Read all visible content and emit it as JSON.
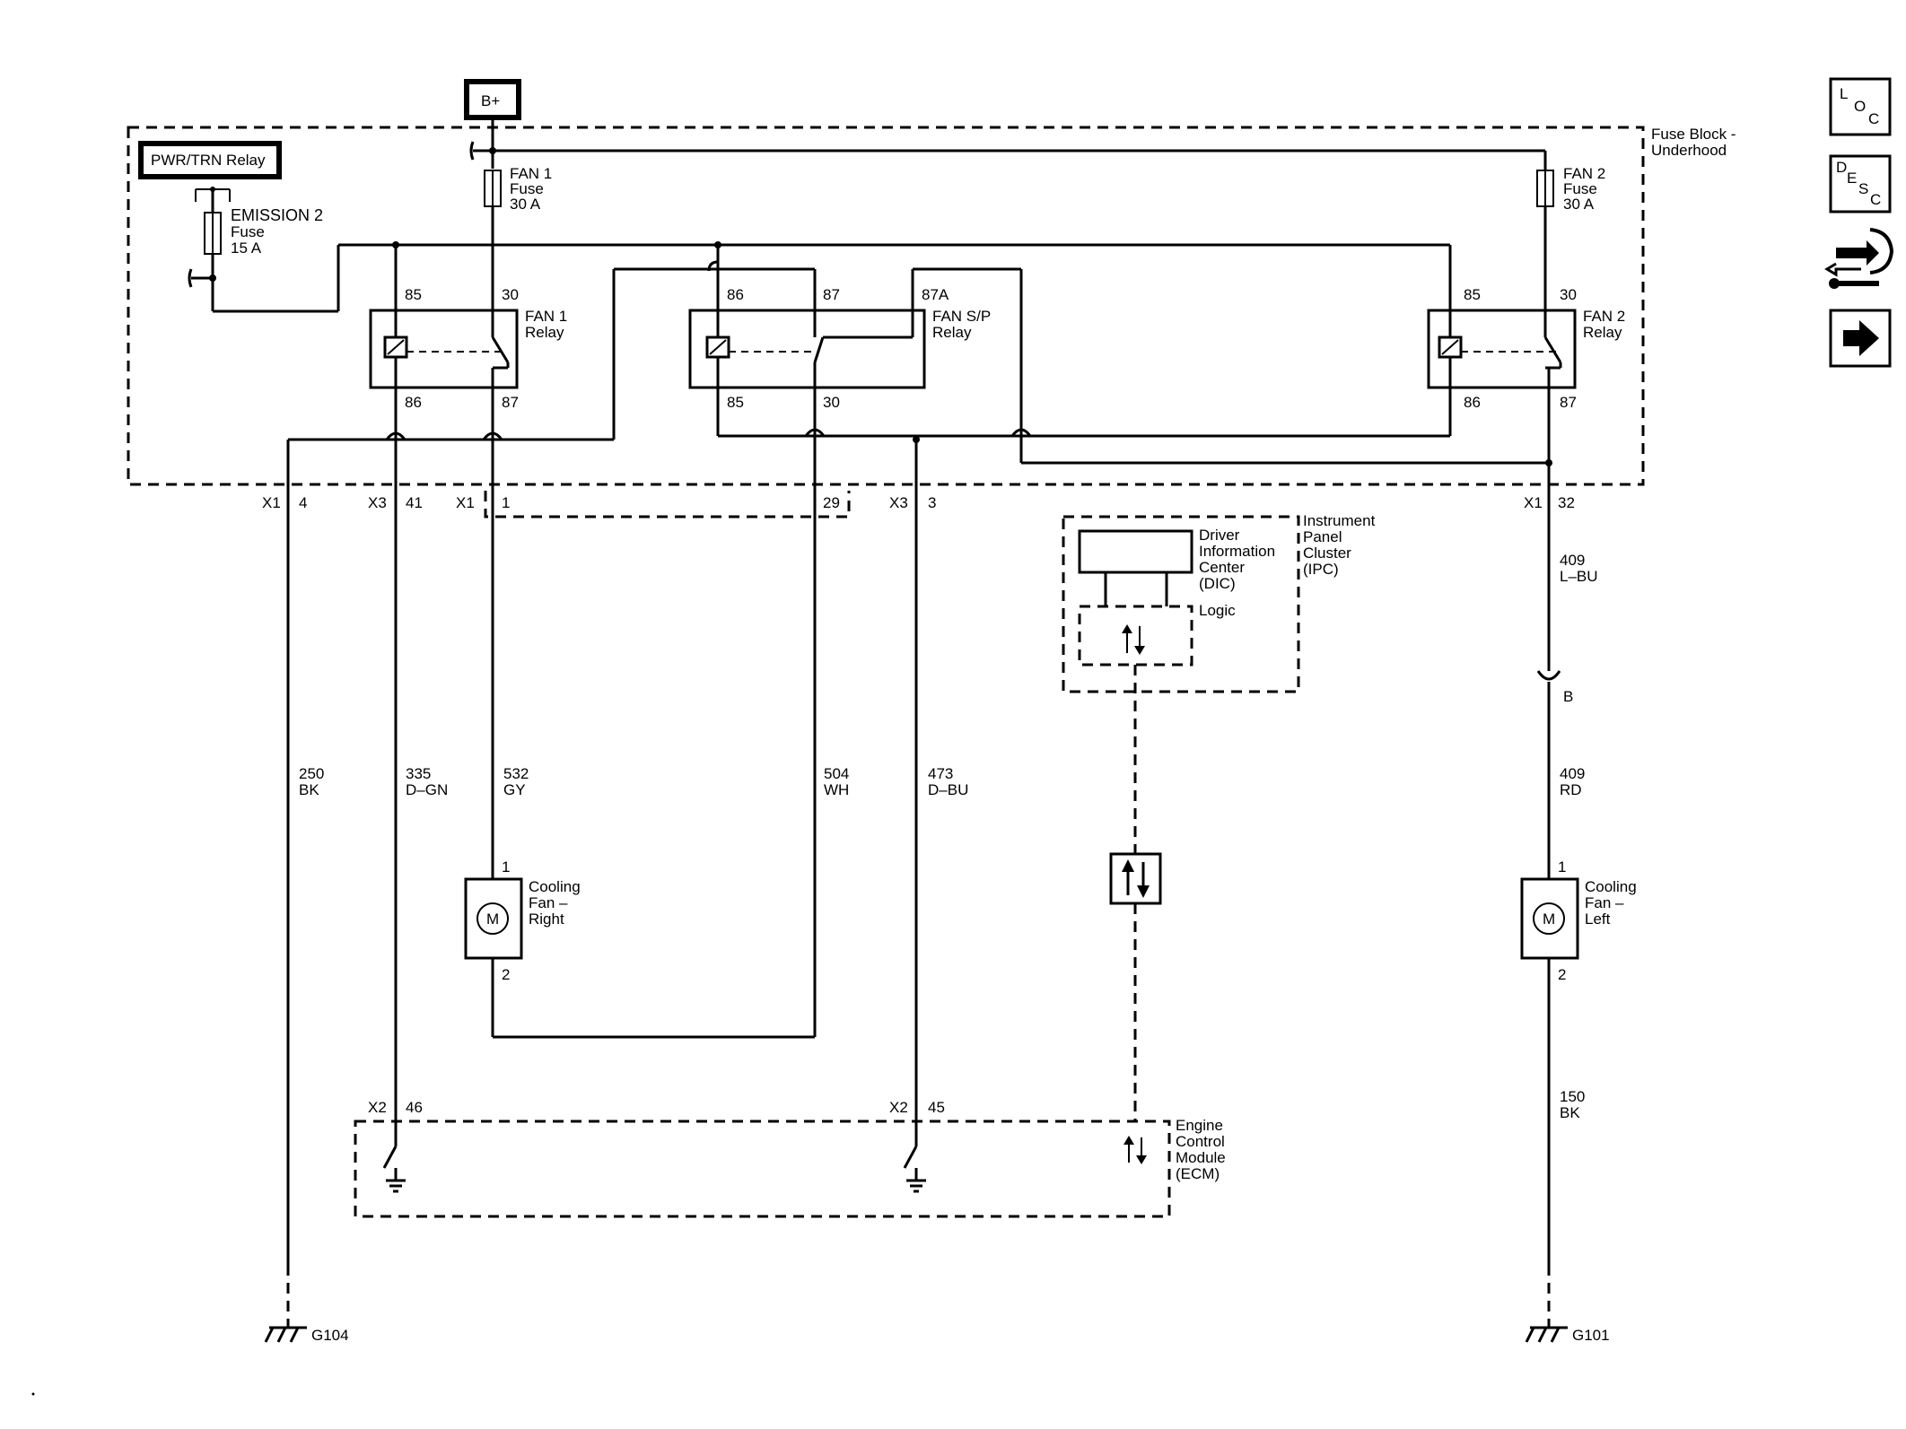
{
  "supply": {
    "b_plus": "B+"
  },
  "fuse_block": {
    "title_line1": "Fuse Block -",
    "title_line2": "Underhood"
  },
  "pwr_trn_relay": "PWR/TRN Relay",
  "fuses": {
    "emission2": {
      "name": "EMISSION 2",
      "word": "Fuse",
      "rating": "15 A"
    },
    "fan1": {
      "name": "FAN 1",
      "word": "Fuse",
      "rating": "30 A"
    },
    "fan2": {
      "name": "FAN 2",
      "word": "Fuse",
      "rating": "30 A"
    }
  },
  "relays": {
    "fan1": {
      "name": "FAN 1",
      "word": "Relay",
      "pin85": "85",
      "pin30": "30",
      "pin86": "86",
      "pin87": "87"
    },
    "fansp": {
      "name": "FAN S/P",
      "word": "Relay",
      "pin86": "86",
      "pin87": "87",
      "pin87a": "87A",
      "pin85": "85",
      "pin30": "30"
    },
    "fan2": {
      "name": "FAN 2",
      "word": "Relay",
      "pin85": "85",
      "pin30": "30",
      "pin86": "86",
      "pin87": "87"
    }
  },
  "connectors": {
    "x1_4": {
      "conn": "X1",
      "pin": "4"
    },
    "x3_41": {
      "conn": "X3",
      "pin": "41"
    },
    "x1_1": {
      "conn": "X1",
      "pin": "1"
    },
    "pin29": {
      "pin": "29"
    },
    "x3_3": {
      "conn": "X3",
      "pin": "3"
    },
    "x1_32": {
      "conn": "X1",
      "pin": "32"
    },
    "x2_46": {
      "conn": "X2",
      "pin": "46"
    },
    "x2_45": {
      "conn": "X2",
      "pin": "45"
    },
    "inline_b": "B"
  },
  "wires": {
    "w250": {
      "num": "250",
      "color": "BK"
    },
    "w335": {
      "num": "335",
      "color": "D–GN"
    },
    "w532": {
      "num": "532",
      "color": "GY"
    },
    "w504": {
      "num": "504",
      "color": "WH"
    },
    "w473": {
      "num": "473",
      "color": "D–BU"
    },
    "w409a": {
      "num": "409",
      "color": "L–BU"
    },
    "w409b": {
      "num": "409",
      "color": "RD"
    },
    "w150": {
      "num": "150",
      "color": "BK"
    }
  },
  "fans": {
    "right": {
      "line1": "Cooling",
      "line2": "Fan –",
      "line3": "Right",
      "pin1": "1",
      "pin2": "2",
      "symbol": "M"
    },
    "left": {
      "line1": "Cooling",
      "line2": "Fan –",
      "line3": "Left",
      "pin1": "1",
      "pin2": "2",
      "symbol": "M"
    }
  },
  "ipc": {
    "dic_lines": [
      "Driver",
      "Information",
      "Center",
      "(DIC)"
    ],
    "logic": "Logic",
    "ipc_lines": [
      "Instrument",
      "Panel",
      "Cluster",
      "(IPC)"
    ]
  },
  "ecm": {
    "lines": [
      "Engine",
      "Control",
      "Module",
      "(ECM)"
    ]
  },
  "grounds": {
    "left": "G104",
    "right": "G101"
  },
  "nav_buttons": {
    "loc": {
      "a": "L",
      "b": "O",
      "c": "C"
    },
    "desc": {
      "a": "D",
      "b": "E",
      "c": "S",
      "d": "C"
    }
  },
  "icons": [
    "loc-icon",
    "desc-icon",
    "connector-tool-icon",
    "next-arrow-icon",
    "motor-icon",
    "ground-icon",
    "data-arrows-icon"
  ]
}
